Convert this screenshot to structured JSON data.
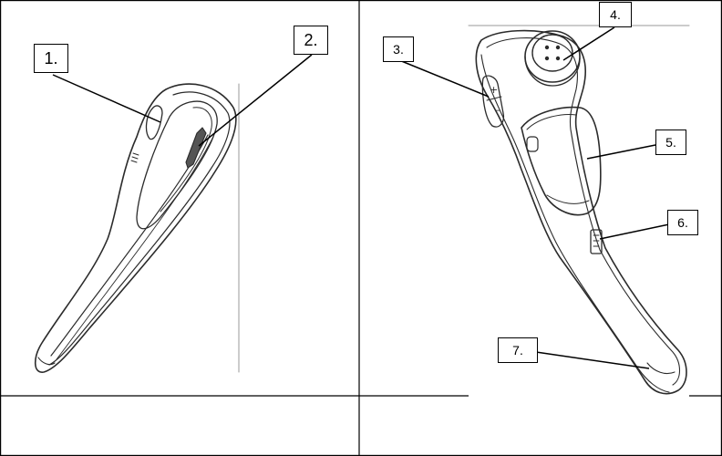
{
  "figure": {
    "line_color": "#000000",
    "drawing_stroke": "#2b2b2b",
    "left_panel": {
      "view": "front-side",
      "callouts": [
        {
          "id": "callout-1",
          "label": "1."
        },
        {
          "id": "callout-2",
          "label": "2."
        }
      ],
      "caption": ""
    },
    "right_panel": {
      "view": "rear-side",
      "callouts": [
        {
          "id": "callout-3",
          "label": "3."
        },
        {
          "id": "callout-4",
          "label": "4."
        },
        {
          "id": "callout-5",
          "label": "5."
        },
        {
          "id": "callout-6",
          "label": "6."
        },
        {
          "id": "callout-7",
          "label": "7."
        }
      ],
      "caption": ""
    },
    "volume_plus_glyph": "+",
    "volume_minus_glyph": "–"
  }
}
